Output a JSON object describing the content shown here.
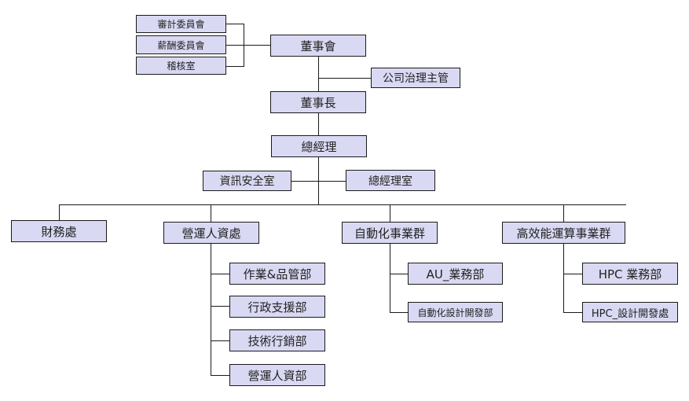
{
  "chart": {
    "board": "董事會",
    "committees": [
      "審計委員會",
      "薪酬委員會",
      "稽核室"
    ],
    "governance": "公司治理主管",
    "chairman": "董事長",
    "president": "總經理",
    "staff_left": "資訊安全室",
    "staff_right": "總經理室",
    "divisions": [
      {
        "name": "財務處",
        "units": []
      },
      {
        "name": "營運人資處",
        "units": [
          "作業&品管部",
          "行政支援部",
          "技術行銷部",
          "營運人資部"
        ]
      },
      {
        "name": "自動化事業群",
        "units": [
          "AU_業務部",
          "自動化設計開發部"
        ]
      },
      {
        "name": "高效能運算事業群",
        "units": [
          "HPC 業務部",
          "HPC_設計開發處"
        ]
      }
    ]
  },
  "colors": {
    "box_fill": "#d9d9f3",
    "box_border": "#1a1a1a",
    "connector": "#1a1a1a"
  }
}
